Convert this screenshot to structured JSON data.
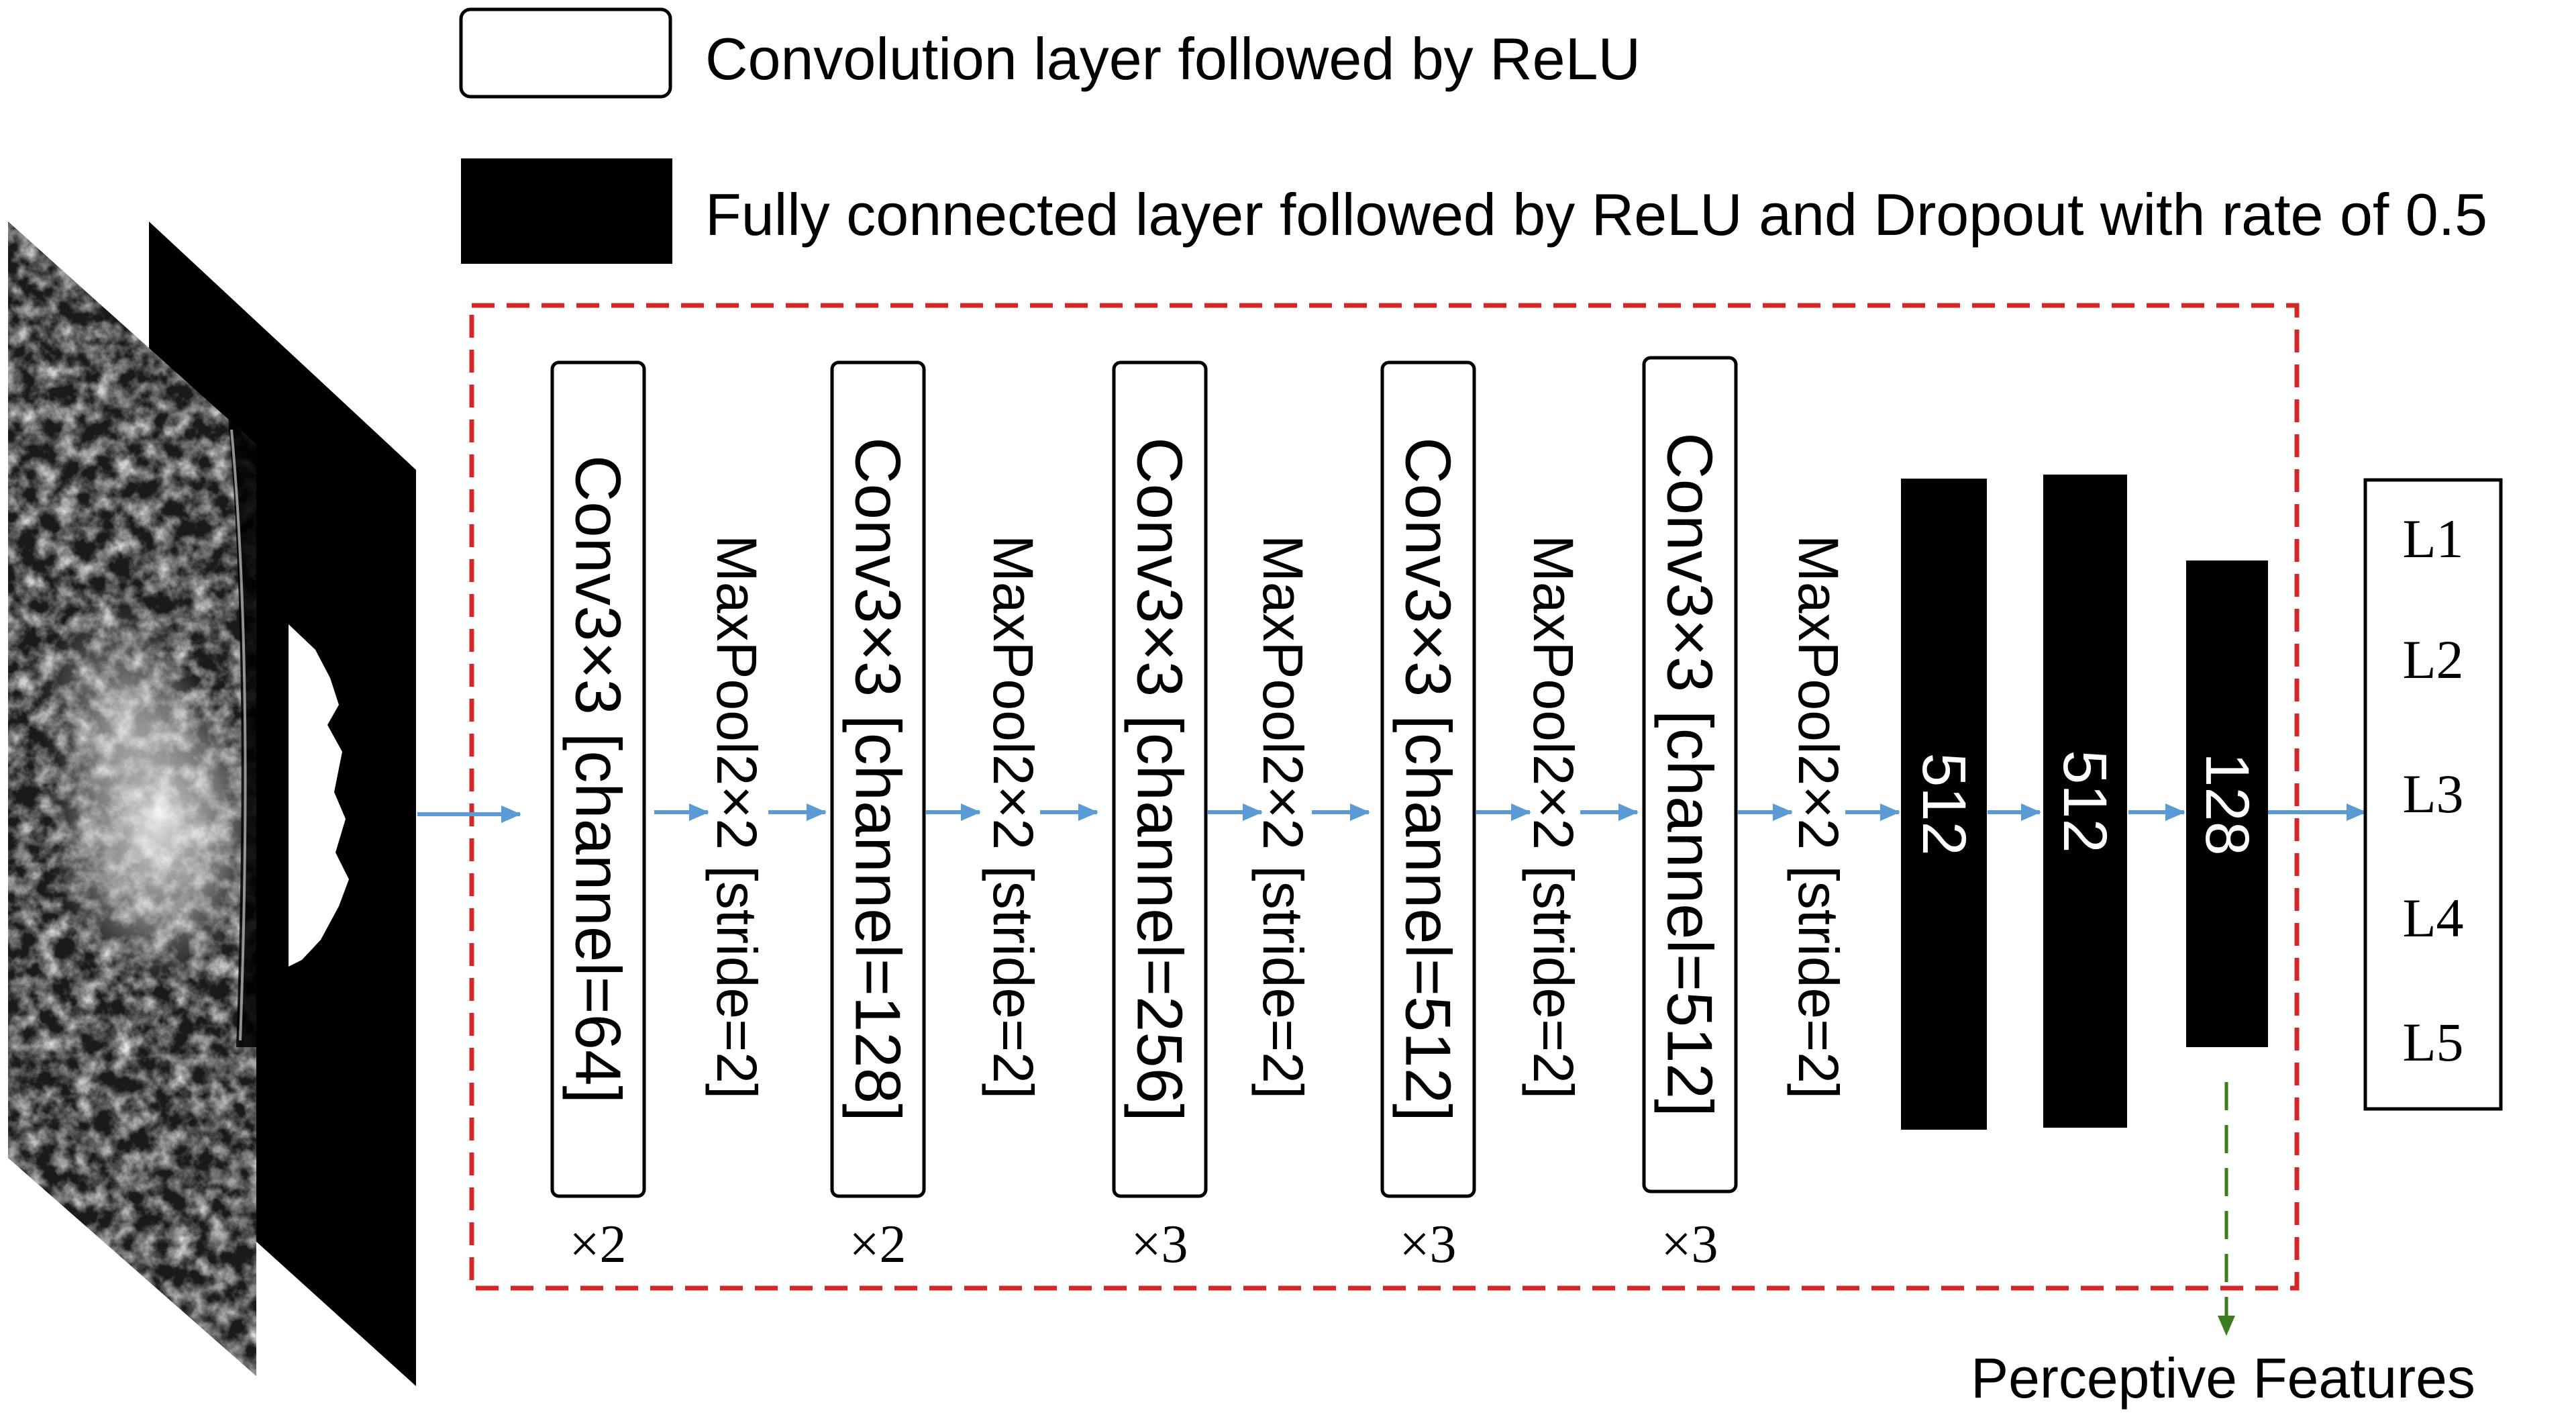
{
  "legend": {
    "conv_label": "Convolution layer followed by ReLU",
    "fc_label": "Fully connected layer followed by ReLU and Dropout with rate of 0.5"
  },
  "conv_blocks": [
    {
      "label": "Conv3×3 [channel=64]",
      "repeat": "×2"
    },
    {
      "label": "Conv3×3 [channel=128]",
      "repeat": "×2"
    },
    {
      "label": "Conv3×3 [channel=256]",
      "repeat": "×3"
    },
    {
      "label": "Conv3×3 [channel=512]",
      "repeat": "×3"
    },
    {
      "label": "Conv3×3 [channel=512]",
      "repeat": "×3"
    }
  ],
  "pool_label": "MaxPool2×2 [stride=2]",
  "fc_layers": [
    "512",
    "512",
    "128"
  ],
  "outputs": [
    "L1",
    "L2",
    "L3",
    "L4",
    "L5"
  ],
  "perceptive_label": "Perceptive Features",
  "colors": {
    "arrow": "#5b9bd5",
    "dashed_box": "#d62728",
    "feature_arrow": "#3a7d1e",
    "block_fill": "#000000"
  }
}
